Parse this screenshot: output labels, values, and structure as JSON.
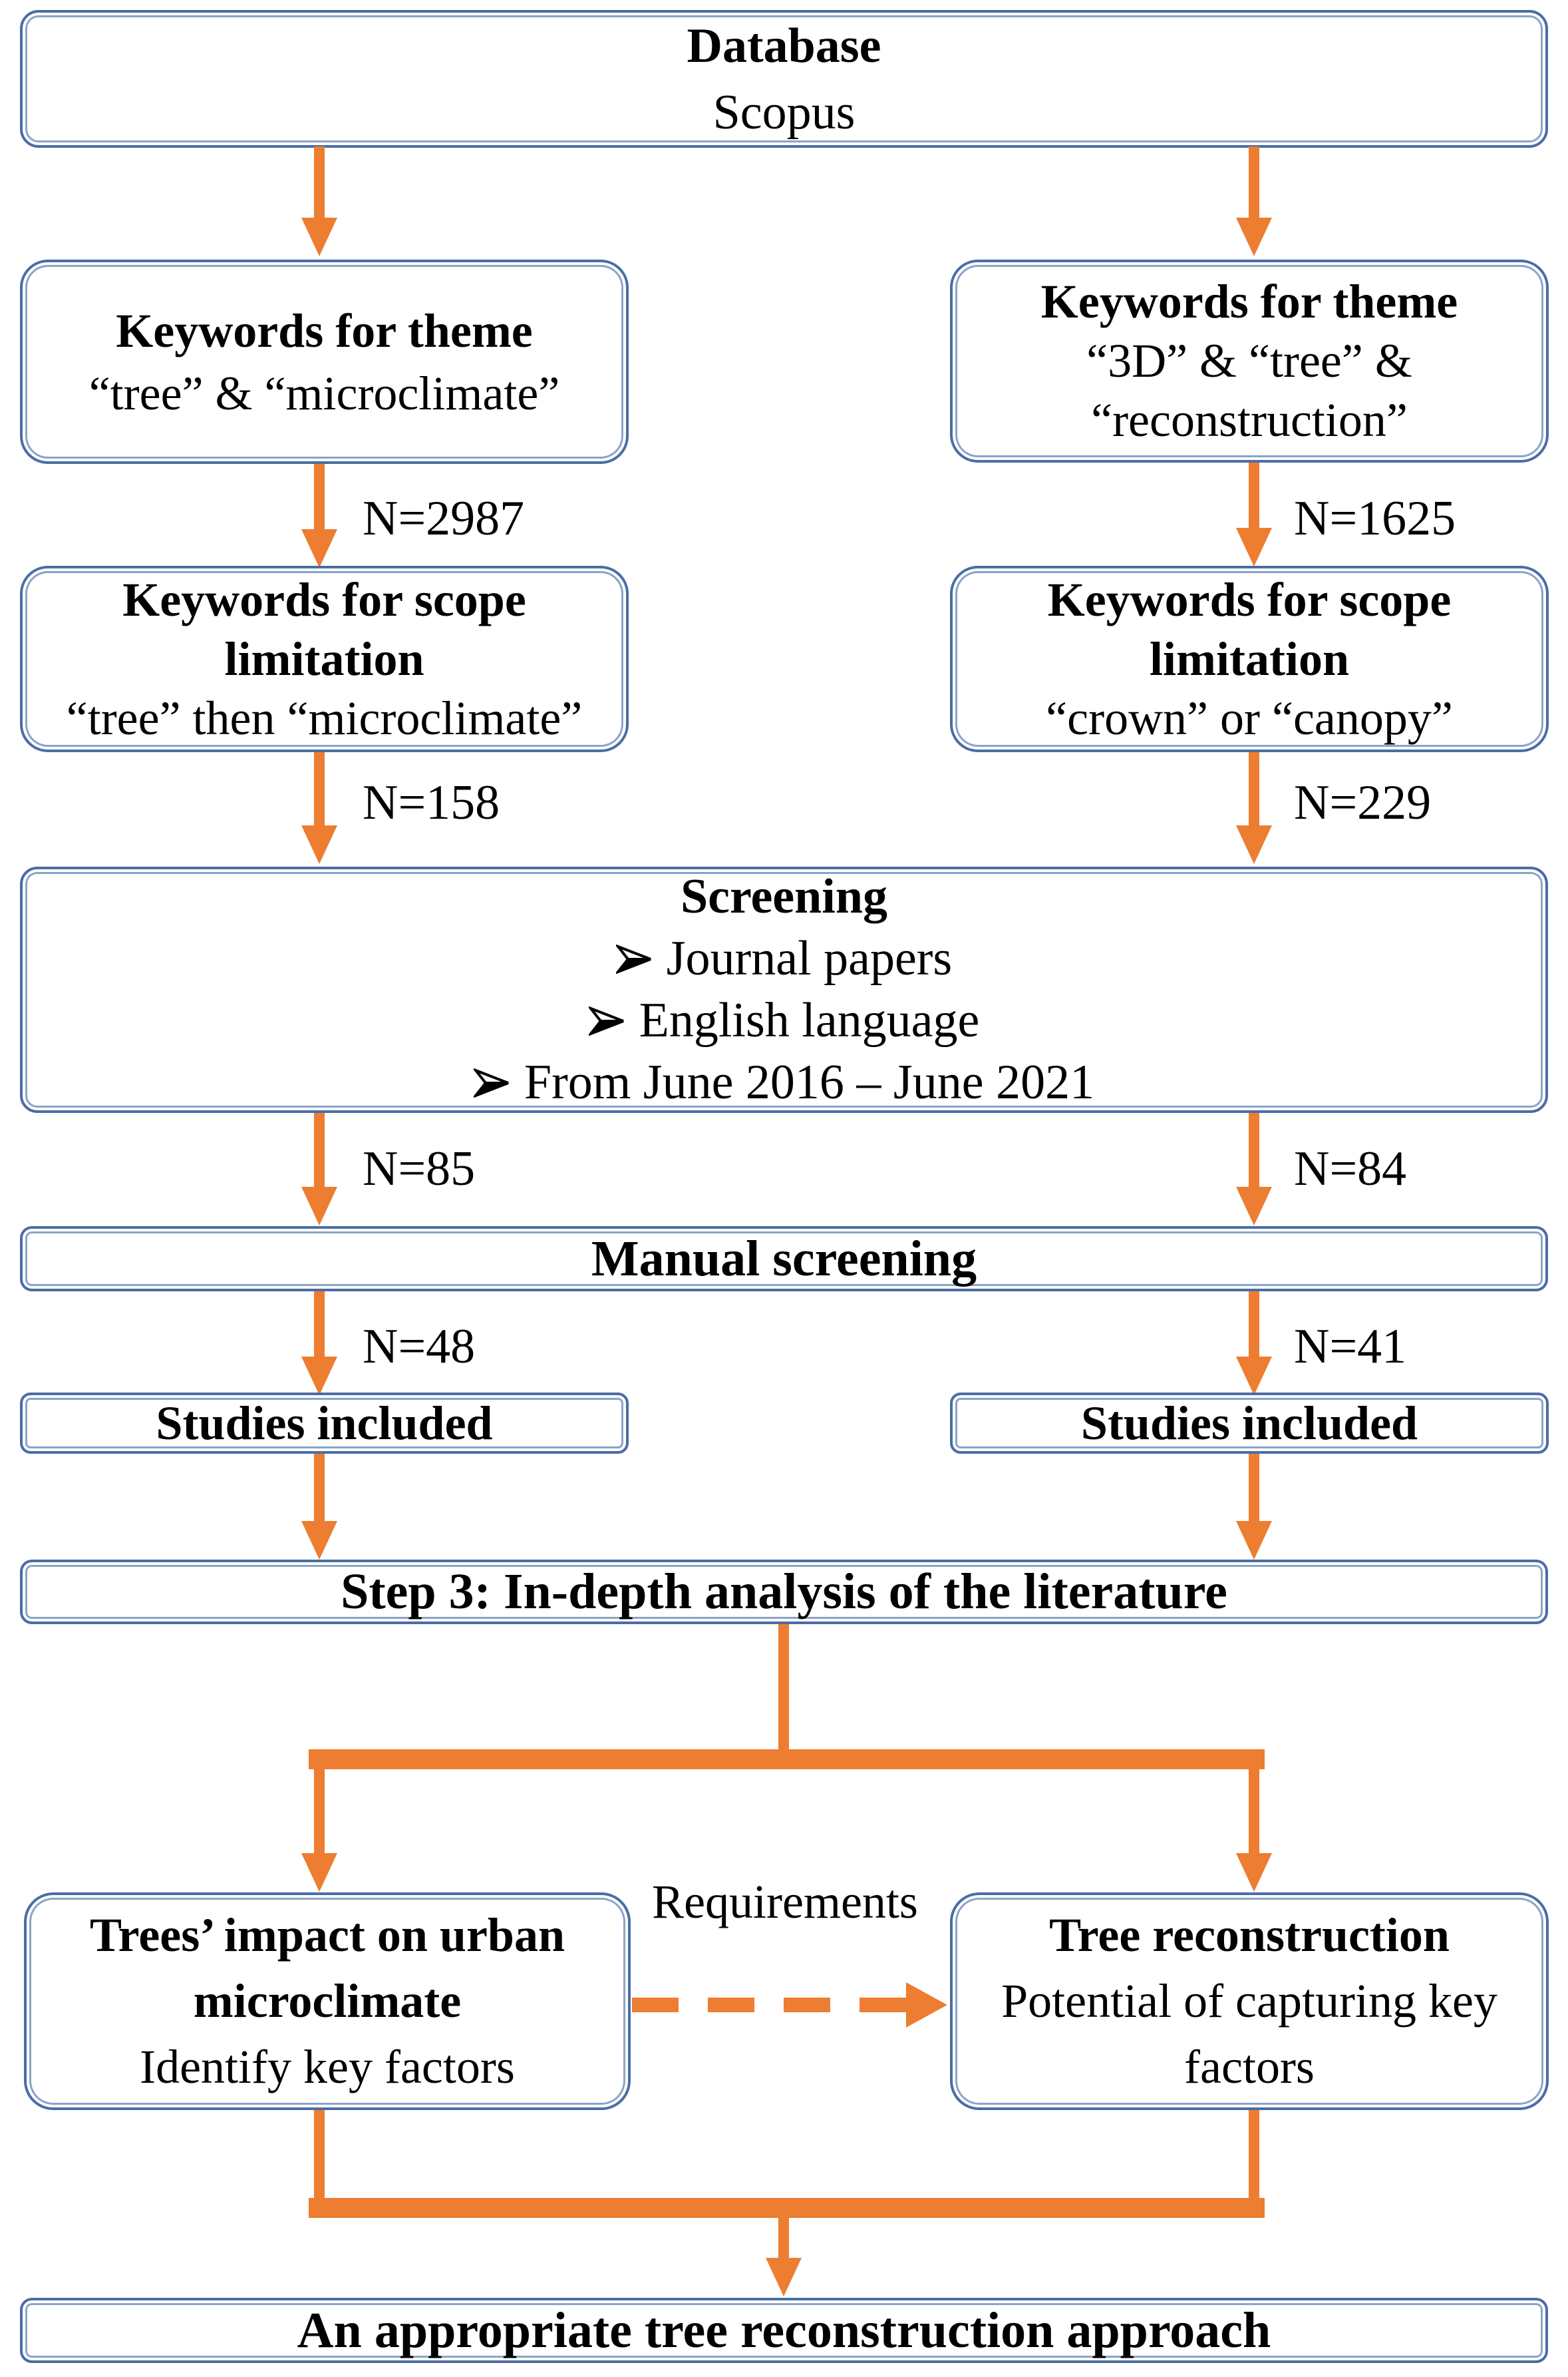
{
  "colors": {
    "accent_orange": "#ED7D31",
    "border_blue": "#4A6DA6",
    "text_black": "#000000"
  },
  "database": {
    "title": "Database",
    "subtitle": "Scopus"
  },
  "left": {
    "theme_title": "Keywords for theme",
    "theme_keywords": "“tree” & “microclimate”",
    "theme_count": "N=2987",
    "scope_title_1": "Keywords for scope",
    "scope_title_2": "limitation",
    "scope_keywords": "“tree” then “microclimate”",
    "scope_count": "N=158",
    "screen_count": "N=85",
    "manual_count": "N=48",
    "included": "Studies included",
    "impact_title_1": "Trees’ impact on urban",
    "impact_title_2": "microclimate",
    "impact_sub": "Identify key factors"
  },
  "right": {
    "theme_title": "Keywords for theme",
    "theme_keywords_1": "“3D” & “tree” &",
    "theme_keywords_2": "“reconstruction”",
    "theme_count": "N=1625",
    "scope_title_1": "Keywords for scope",
    "scope_title_2": "limitation",
    "scope_keywords": "“crown” or “canopy”",
    "scope_count": "N=229",
    "screen_count": "N=84",
    "manual_count": "N=41",
    "included": "Studies included",
    "recon_title": "Tree reconstruction",
    "recon_sub_1": "Potential of capturing key",
    "recon_sub_2": "factors"
  },
  "screening": {
    "title": "Screening",
    "bullets": [
      "Journal papers",
      "English language",
      "From June 2016 – June 2021"
    ]
  },
  "manual_screening": "Manual screening",
  "step3": "Step 3: In-depth analysis of the literature",
  "requirements": "Requirements",
  "final": "An appropriate tree reconstruction approach"
}
